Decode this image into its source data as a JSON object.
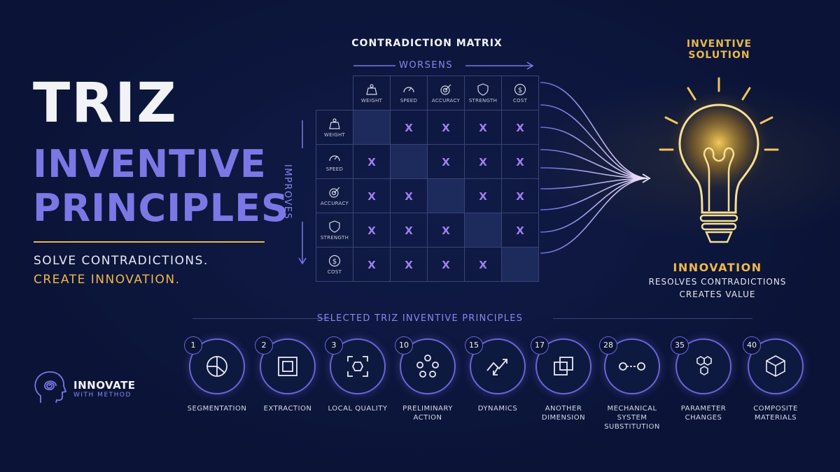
{
  "hero": {
    "title": "TRIZ",
    "subtitle_line1": "INVENTIVE",
    "subtitle_line2": "PRINCIPLES",
    "tagline_line1": "SOLVE CONTRADICTIONS.",
    "tagline_line2": "CREATE INNOVATION."
  },
  "matrix": {
    "title": "CONTRADICTION MATRIX",
    "col_axis_label": "WORSENS",
    "row_axis_label": "IMPROVES",
    "parameters": [
      {
        "label": "WEIGHT",
        "icon": "weight-icon"
      },
      {
        "label": "SPEED",
        "icon": "speedometer-icon"
      },
      {
        "label": "ACCURACY",
        "icon": "target-icon"
      },
      {
        "label": "STRENGTH",
        "icon": "shield-icon"
      },
      {
        "label": "COST",
        "icon": "dollar-coin-icon"
      }
    ],
    "mark": "X"
  },
  "solution": {
    "title": "INVENTIVE SOLUTION",
    "headline": "INNOVATION",
    "line1": "RESOLVES CONTRADICTIONS",
    "line2": "CREATES VALUE",
    "icon": "lightbulb-icon"
  },
  "principles_section": {
    "title": "SELECTED TRIZ INVENTIVE PRINCIPLES",
    "items": [
      {
        "number": "1",
        "label": "SEGMENTATION",
        "icon": "segmented-circle-icon"
      },
      {
        "number": "2",
        "label": "EXTRACTION",
        "icon": "nested-square-icon"
      },
      {
        "number": "3",
        "label": "LOCAL QUALITY",
        "icon": "focus-frame-icon"
      },
      {
        "number": "10",
        "label": "PRELIMINARY\nACTION",
        "icon": "circles-cluster-icon"
      },
      {
        "number": "15",
        "label": "DYNAMICS",
        "icon": "zigzag-arrows-icon"
      },
      {
        "number": "17",
        "label": "ANOTHER\nDIMENSION",
        "icon": "overlapping-squares-icon"
      },
      {
        "number": "28",
        "label": "MECHANICAL\nSYSTEM\nSUBSTITUTION",
        "icon": "linked-nodes-icon"
      },
      {
        "number": "35",
        "label": "PARAMETER\nCHANGES",
        "icon": "hexagons-icon"
      },
      {
        "number": "40",
        "label": "COMPOSITE\nMATERIALS",
        "icon": "cube-icon"
      }
    ]
  },
  "brand": {
    "name": "INNOVATE",
    "tagline": "WITH METHOD",
    "icon": "head-spiral-icon"
  },
  "colors": {
    "background": "#0b1437",
    "accent_purple": "#7b78e6",
    "accent_gold": "#f1b84a",
    "mark_purple": "#a27ff0"
  }
}
